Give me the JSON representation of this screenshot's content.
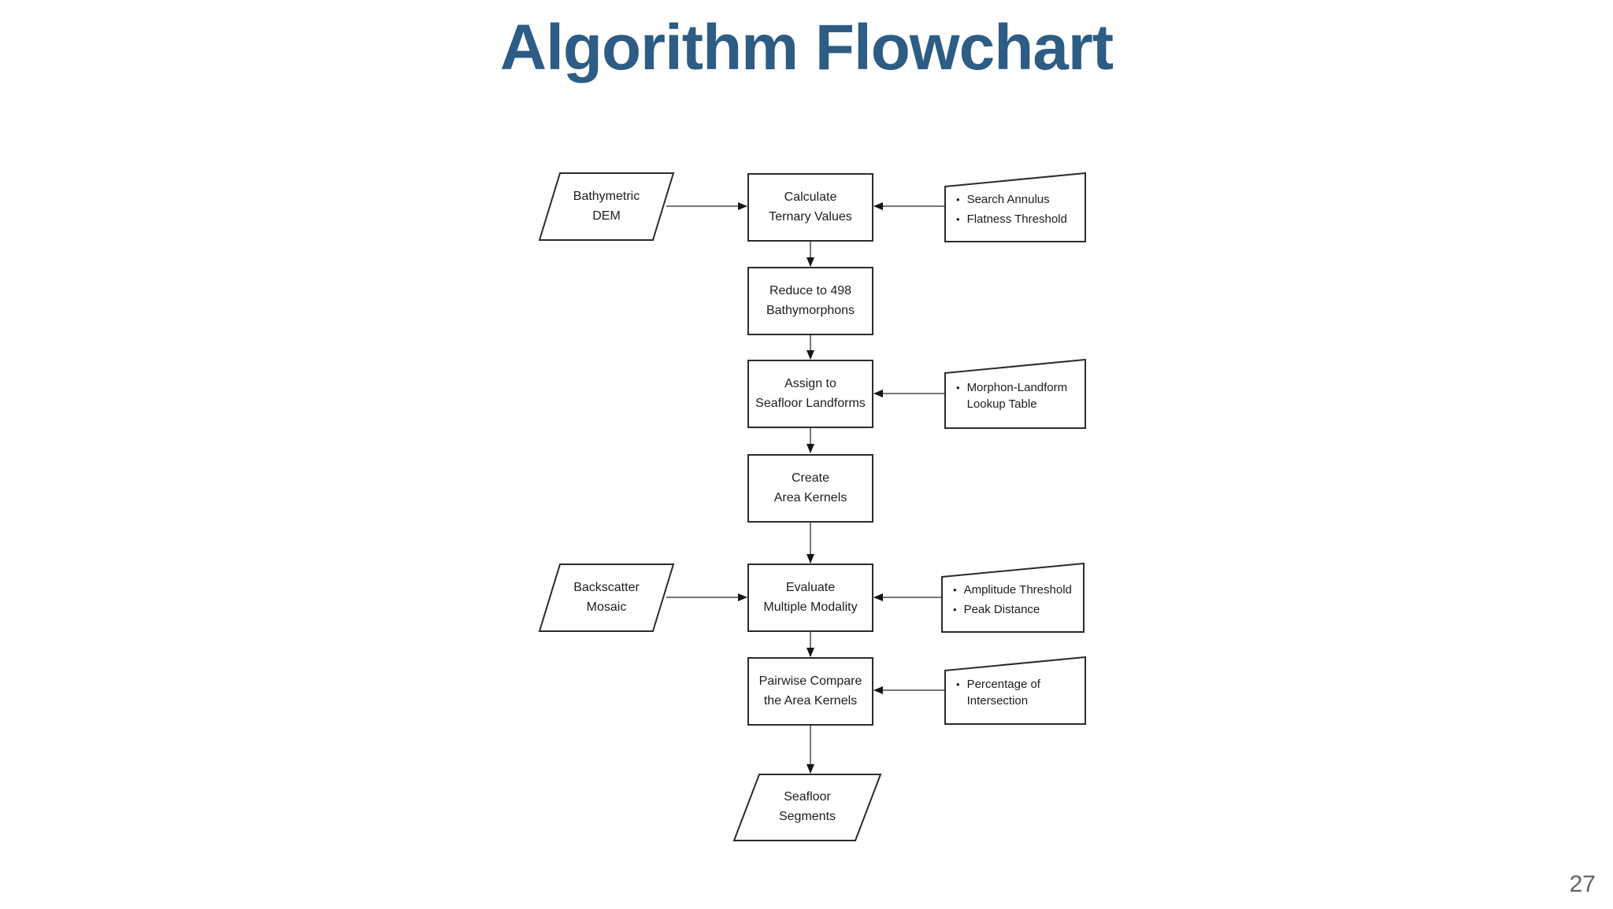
{
  "slide": {
    "title": "Algorithm Flowchart",
    "page_number": "27",
    "title_color": "#2D5C84",
    "shape_stroke_color": "#2b2b2b",
    "bullet": "•"
  },
  "nodes": {
    "bathymetric_dem": {
      "type": "parallelogram-input",
      "label": "Bathymetric\nDEM"
    },
    "calculate_ternary": {
      "type": "process",
      "label": "Calculate\nTernary Values"
    },
    "search_annulus_card": {
      "type": "parameter-card",
      "items": [
        "Search Annulus",
        "Flatness Threshold"
      ]
    },
    "reduce_bathymorphons": {
      "type": "process",
      "label": "Reduce to 498\nBathymorphons"
    },
    "assign_landforms": {
      "type": "process",
      "label": "Assign to\nSeafloor Landforms"
    },
    "lookup_card": {
      "type": "parameter-card",
      "items": [
        "Morphon-Landform Lookup Table"
      ]
    },
    "create_kernels": {
      "type": "process",
      "label": "Create\nArea Kernels"
    },
    "backscatter_mosaic": {
      "type": "parallelogram-input",
      "label": "Backscatter\nMosaic"
    },
    "evaluate_modality": {
      "type": "process",
      "label": "Evaluate\nMultiple Modality"
    },
    "amplitude_card": {
      "type": "parameter-card",
      "items": [
        "Amplitude Threshold",
        "Peak Distance"
      ]
    },
    "pairwise_compare": {
      "type": "process",
      "label": "Pairwise Compare\nthe Area Kernels"
    },
    "percentage_card": {
      "type": "parameter-card",
      "items": [
        "Percentage of Intersection"
      ]
    },
    "seafloor_segments": {
      "type": "parallelogram-output",
      "label": "Seafloor\nSegments"
    }
  }
}
